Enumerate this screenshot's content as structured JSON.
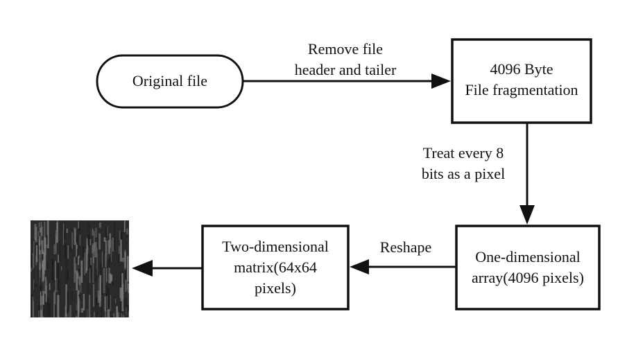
{
  "nodes": {
    "original": {
      "label": "Original file"
    },
    "fragmentation": {
      "lines": [
        "4096 Byte",
        "File fragmentation"
      ]
    },
    "one_dim": {
      "lines": [
        "One-dimensional",
        "array(4096 pixels)"
      ]
    },
    "two_dim": {
      "lines": [
        "Two-dimensional",
        "matrix(64x64",
        "pixels)"
      ]
    }
  },
  "edges": {
    "remove_header": {
      "lines": [
        "Remove file",
        "header and tailer"
      ]
    },
    "treat_bits": {
      "lines": [
        "Treat every 8",
        "bits as a pixel"
      ]
    },
    "reshape": {
      "label": "Reshape"
    }
  },
  "colors": {
    "stroke": "#111111",
    "image_dark": "#1c1c1c",
    "image_light": "#7a7a7a"
  }
}
